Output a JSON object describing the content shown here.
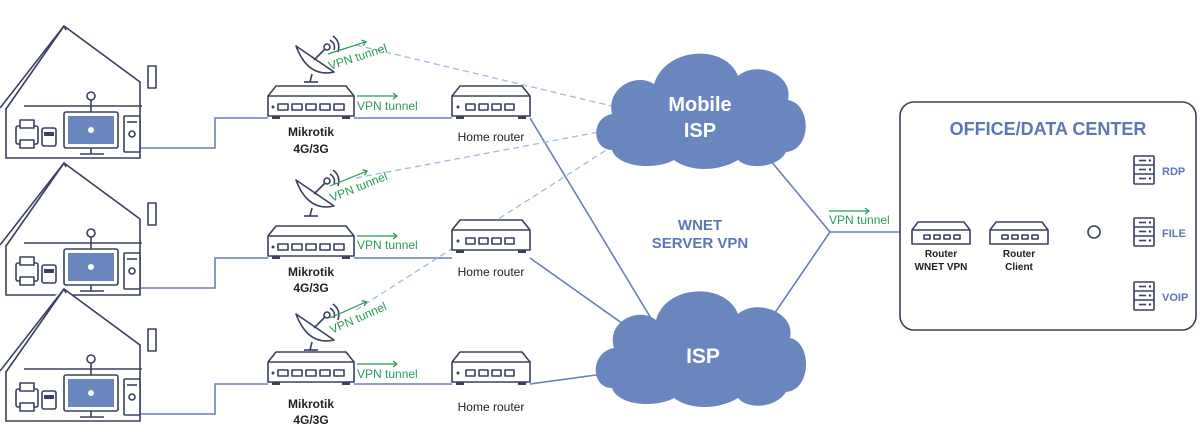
{
  "center": {
    "line1": "WNET",
    "line2": "SERVER VPN"
  },
  "clouds": {
    "mobile": {
      "line1": "Mobile",
      "line2": "ISP"
    },
    "isp": {
      "label": "ISP"
    }
  },
  "branches": [
    {
      "mikrotik_line1": "Mikrotik",
      "mikrotik_line2": "4G/3G",
      "home_router": "Home router",
      "vpn_wired": "VPN tunnel",
      "vpn_wireless": "VPN tunnel"
    },
    {
      "mikrotik_line1": "Mikrotik",
      "mikrotik_line2": "4G/3G",
      "home_router": "Home router",
      "vpn_wired": "VPN tunnel",
      "vpn_wireless": "VPN tunnel"
    },
    {
      "mikrotik_line1": "Mikrotik",
      "mikrotik_line2": "4G/3G",
      "home_router": "Home router",
      "vpn_wired": "VPN tunnel",
      "vpn_wireless": "VPN tunnel"
    }
  ],
  "office": {
    "title": "OFFICE/DATA CENTER",
    "vpn_link": "VPN tunnel",
    "router_wnet": {
      "line1": "Router",
      "line2": "WNET VPN"
    },
    "router_client": {
      "line1": "Router",
      "line2": "Client"
    },
    "servers": [
      "RDP",
      "FILE",
      "VOIP"
    ]
  },
  "colors": {
    "cloud": "#6a86bf",
    "accent_blue": "#5b78b3",
    "vpn_green": "#2a9a57",
    "device_outline": "#3a4060",
    "dashed_link": "#9dbadf"
  }
}
